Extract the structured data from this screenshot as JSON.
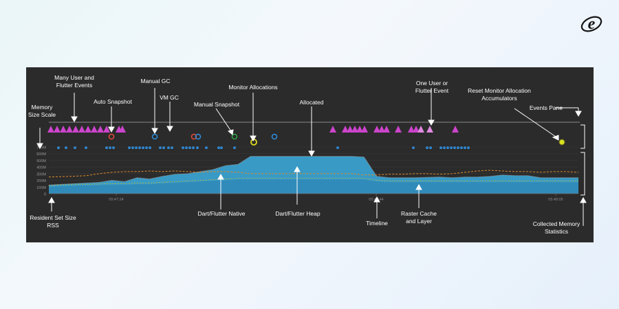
{
  "brand": {
    "logo_text": "e"
  },
  "colors": {
    "panel_bg": "#2b2b2b",
    "user_event": "#cc44cc",
    "flutter_event": "#e08ae0",
    "gc_dot": "#2e8fe0",
    "heap_fill": "#3aa6d6",
    "native_fill": "#2a7fb0",
    "rss_line": "#e08a2c",
    "capacity_line": "#d4c02a",
    "auto_snapshot": "#e84a3a",
    "manual_gc": "#2e8fe0",
    "manual_snapshot": "#2ea84a",
    "monitor_alloc": "#e8e020",
    "reset_marker": "#d8e020",
    "annotation": "#ffffff"
  },
  "annotations": {
    "many_user_events": {
      "line1": "Many User and",
      "line2": "Flutter Events"
    },
    "memory_size_scale": {
      "line1": "Memory",
      "line2": "Size Scale"
    },
    "auto_snapshot": "Auto Snapshot",
    "manual_gc": "Manual GC",
    "vm_gc": "VM GC",
    "manual_snapshot": "Manual Snapshot",
    "monitor_allocations": "Monitor Allocations",
    "allocated": "Allocated",
    "one_user_event": {
      "line1": "One User or",
      "line2": "Flutter Event"
    },
    "reset_monitor": {
      "line1": "Reset Monitor Allocation",
      "line2": "Accumulators"
    },
    "events_pane": "Events Pane",
    "resident_set_size": {
      "line1": "Resident Set Size",
      "line2": "RSS"
    },
    "dart_native": "Dart/Flutter Native",
    "dart_heap": "Dart/Flutter Heap",
    "timeline": "Timeline",
    "raster_cache": {
      "line1": "Raster Cache",
      "line2": "and Layer"
    },
    "collected_stats": {
      "line1": "Collected Memory",
      "line2": "Statistics"
    }
  },
  "chart_data": {
    "type": "area",
    "y_ticks": [
      "700M",
      "600M",
      "500M",
      "400M",
      "300M",
      "200M",
      "100M",
      "0"
    ],
    "ylim": [
      0,
      700
    ],
    "x_ticks": [
      "05:47:24",
      "05:47:44",
      "05:48:05"
    ],
    "series": [
      {
        "name": "Dart/Flutter Heap",
        "values": [
          130,
          140,
          150,
          160,
          170,
          200,
          180,
          240,
          220,
          260,
          290,
          300,
          330,
          360,
          420,
          440,
          560,
          560,
          560,
          560,
          560,
          560,
          560,
          560,
          560,
          550,
          260,
          240,
          240,
          240,
          245,
          250,
          240,
          250,
          250,
          260,
          280,
          270,
          270,
          240,
          240,
          240,
          240
        ]
      },
      {
        "name": "Dart/Flutter Native",
        "values": [
          100,
          110,
          115,
          120,
          125,
          130,
          130,
          140,
          140,
          150,
          160,
          170,
          180,
          190,
          200,
          210,
          210,
          210,
          210,
          210,
          210,
          210,
          210,
          210,
          210,
          210,
          180,
          170,
          170,
          170,
          170,
          170,
          170,
          170,
          170,
          170,
          170,
          170,
          170,
          170,
          170,
          170,
          170
        ]
      },
      {
        "name": "RSS",
        "values": [
          250,
          255,
          260,
          270,
          300,
          320,
          330,
          330,
          340,
          330,
          340,
          330,
          320,
          330,
          330,
          320,
          300,
          300,
          300,
          300,
          300,
          300,
          300,
          300,
          300,
          280,
          280,
          290,
          290,
          300,
          300,
          290,
          300,
          320,
          340,
          350,
          340,
          330,
          330,
          320,
          330,
          330,
          320
        ]
      }
    ]
  }
}
